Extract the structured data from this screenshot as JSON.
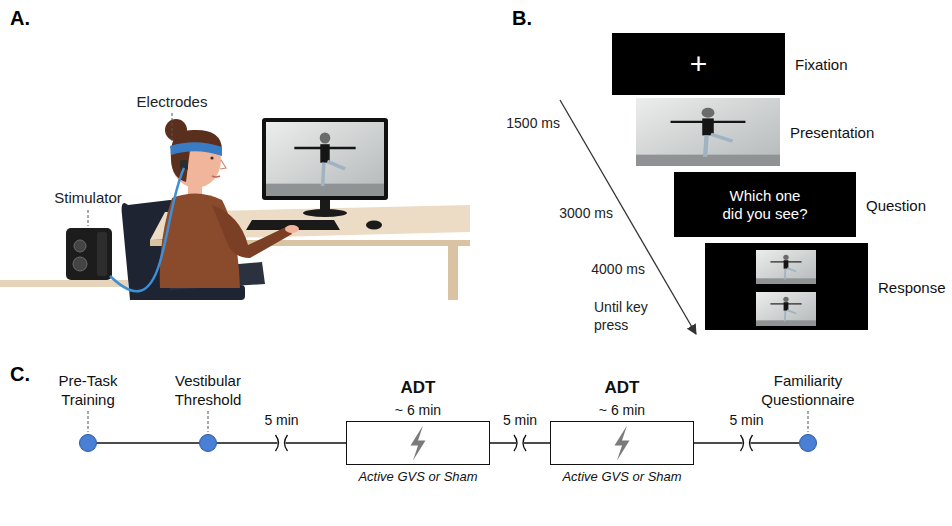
{
  "diagram": {
    "nodes": [
      {
        "text": [
          "+",
          "Fixation"
        ]
      },
      {
        "text": [
          "Presentation"
        ]
      },
      {
        "text": [
          "Which one did you see?",
          "Question"
        ]
      },
      {
        "text": [
          "Response"
        ]
      },
      {
        "text": [
          "Pre-Task Training"
        ]
      },
      {
        "text": [
          "Vestibular Threshold"
        ]
      },
      {
        "text": [
          "ADT",
          "~ 6 min",
          "Active GVS or Sham"
        ]
      },
      {
        "text": [
          "ADT",
          "~ 6 min",
          "Active GVS or Sham"
        ]
      },
      {
        "text": [
          "Familiarity Questionnaire"
        ]
      }
    ],
    "edges": [
      {
        "from": 4,
        "to": 5,
        "arrow": "none"
      },
      {
        "from": 5,
        "to": 6,
        "label": "5 min",
        "arrow": "none"
      },
      {
        "from": 6,
        "to": 7,
        "label": "5 min",
        "arrow": "none"
      },
      {
        "from": 7,
        "to": 8,
        "label": "5 min",
        "arrow": "none"
      }
    ],
    "labels": [
      "A.",
      "Electrodes",
      "Stimulator",
      "B.",
      "1500 ms",
      "3000 ms",
      "4000 ms",
      "Until key press",
      "C."
    ]
  }
}
